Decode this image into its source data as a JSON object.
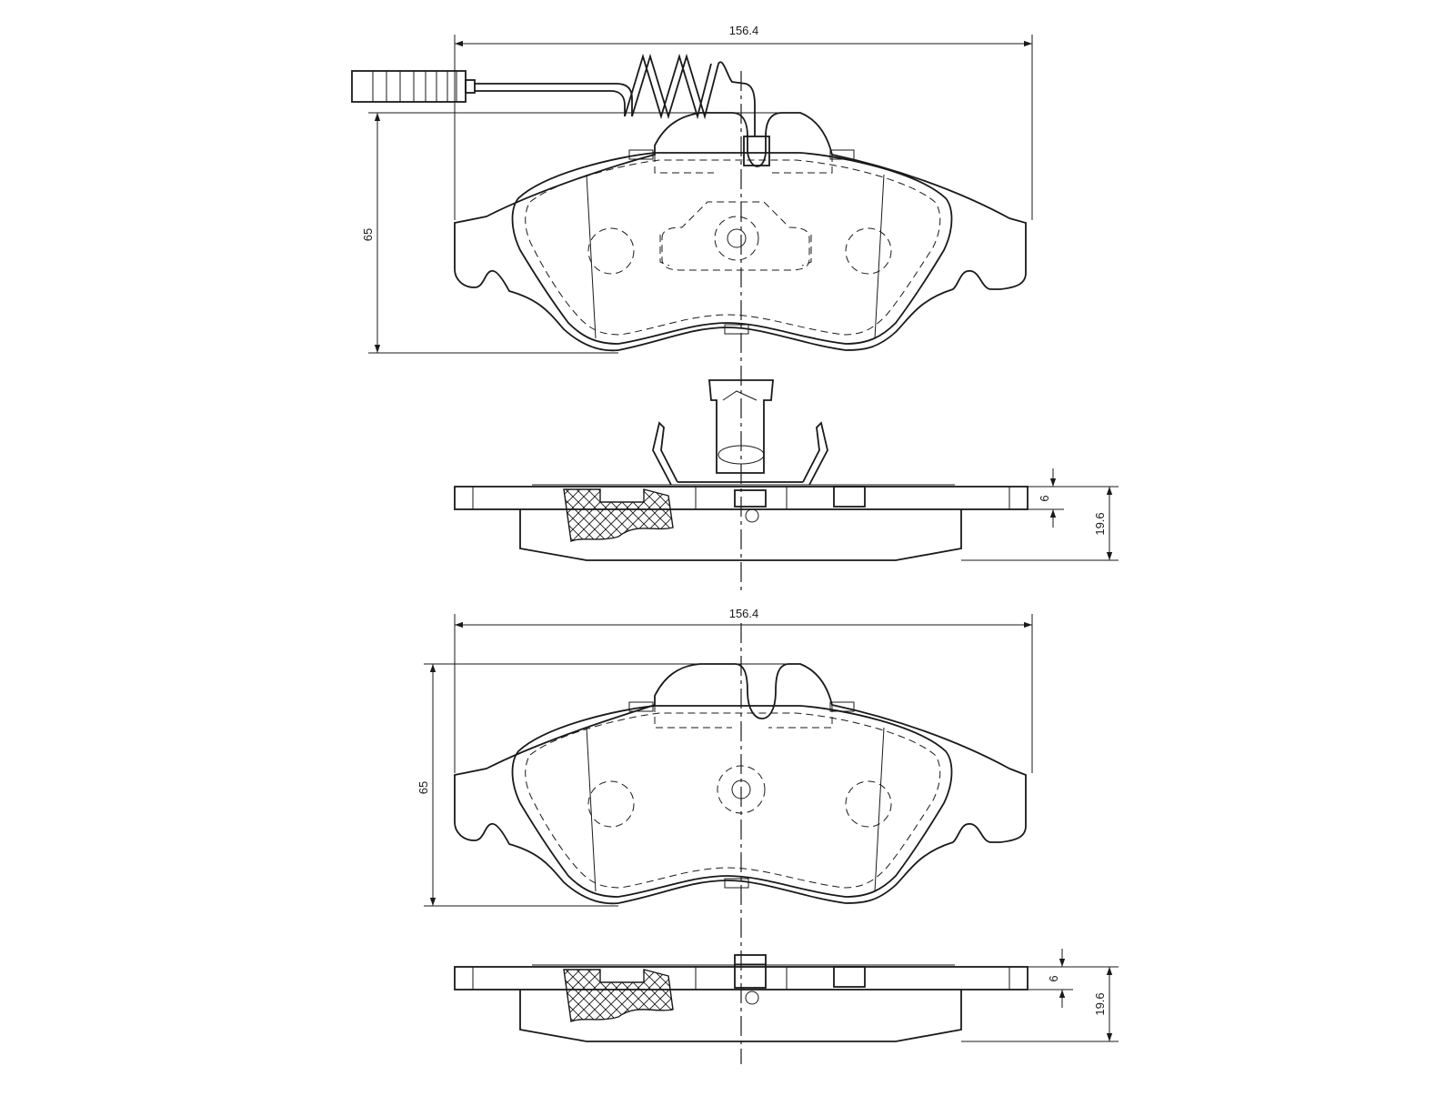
{
  "views": {
    "top_with_sensor": {
      "width_label": "156.4",
      "height_label": "65"
    },
    "side_with_sensor": {
      "thickness_label": "6",
      "total_label": "19.6"
    },
    "top_plain": {
      "width_label": "156.4",
      "height_label": "65"
    },
    "side_plain": {
      "thickness_label": "6",
      "total_label": "19.6"
    }
  },
  "colors": {
    "line": "#1a1a1a",
    "background": "#ffffff"
  }
}
